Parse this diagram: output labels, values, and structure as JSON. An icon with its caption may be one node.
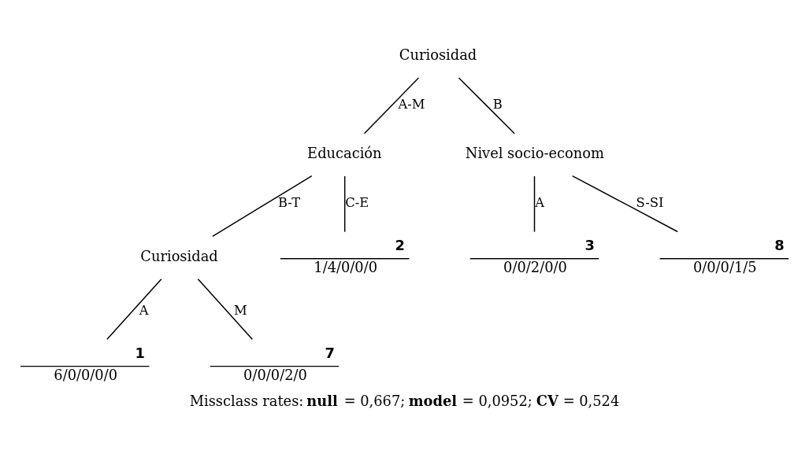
{
  "diagram": {
    "caption": "Missclass rates: **null** = 0,667; **model** = 0,0952; **CV** = 0,524",
    "nodes": [
      {
        "text": [
          "Curiosidad"
        ]
      },
      {
        "text": [
          "Educación"
        ]
      },
      {
        "text": [
          "Nivel socio-econom"
        ]
      },
      {
        "text": [
          "Curiosidad"
        ]
      },
      {
        "text": [
          "1",
          "6/0/0/0/0"
        ]
      },
      {
        "text": [
          "7",
          "0/0/0/2/0"
        ]
      },
      {
        "text": [
          "2",
          "1/4/0/0/0"
        ]
      },
      {
        "text": [
          "3",
          "0/0/2/0/0"
        ]
      },
      {
        "text": [
          "8",
          "0/0/0/1/5"
        ]
      }
    ],
    "edges": [
      {
        "from": 0,
        "to": 1,
        "arrow": "none",
        "label": "A-M"
      },
      {
        "from": 0,
        "to": 2,
        "arrow": "none",
        "label": "B"
      },
      {
        "from": 1,
        "to": 3,
        "arrow": "none",
        "label": "B-T"
      },
      {
        "from": 1,
        "to": 6,
        "arrow": "none",
        "label": "C-E"
      },
      {
        "from": 3,
        "to": 4,
        "arrow": "none",
        "label": "A"
      },
      {
        "from": 3,
        "to": 5,
        "arrow": "none",
        "label": "M"
      },
      {
        "from": 2,
        "to": 7,
        "arrow": "none",
        "label": "A"
      },
      {
        "from": 2,
        "to": 8,
        "arrow": "none",
        "label": "S-SI"
      }
    ]
  }
}
